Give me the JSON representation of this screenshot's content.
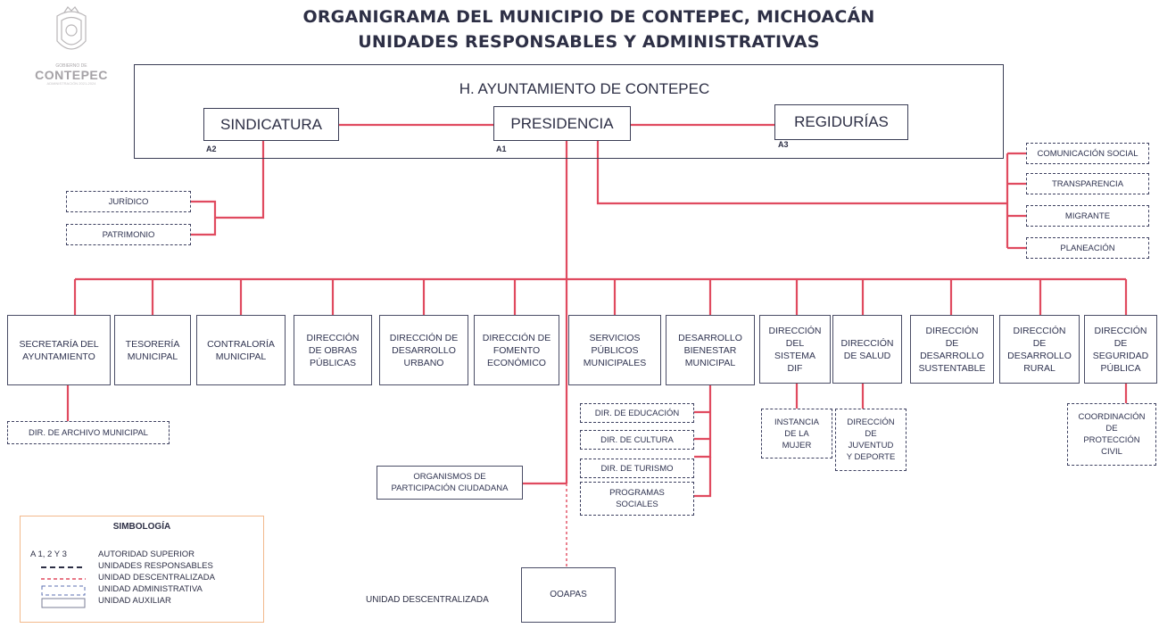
{
  "logo": {
    "small_text": "GOBIERNO DE",
    "name": "CONTEPEC",
    "tagline": "ADMINISTRACIÓN 2021-2024"
  },
  "title": {
    "line1": "ORGANIGRAMA DEL MUNICIPIO DE CONTEPEC, MICHOACÁN",
    "line2": "UNIDADES RESPONSABLES Y ADMINISTRATIVAS"
  },
  "ayuntamiento": "H. AYUNTAMIENTO DE CONTEPEC",
  "top_units": [
    {
      "label": "SINDICATURA",
      "code": "A2"
    },
    {
      "label": "PRESIDENCIA",
      "code": "A1"
    },
    {
      "label": "REGIDURÍAS",
      "code": "A3"
    }
  ],
  "sindicatura_units": [
    "JURÍDICO",
    "PATRIMONIO"
  ],
  "presidencia_units": [
    "COMUNICACIÓN SOCIAL",
    "TRANSPARENCIA",
    "MIGRANTE",
    "PLANEACIÓN"
  ],
  "departments": [
    "SECRETARÍA DEL\nAYUNTAMIENTO",
    "TESORERÍA\nMUNICIPAL",
    "CONTRALORÍA\nMUNICIPAL",
    "DIRECCIÓN\nDE OBRAS\nPÚBLICAS",
    "DIRECCIÓN DE\nDESARROLLO\nURBANO",
    "DIRECCIÓN DE\nFOMENTO\nECONÓMICO",
    "SERVICIOS\nPÚBLICOS\nMUNICIPALES",
    "DESARROLLO\nBIENESTAR\nMUNICIPAL",
    "DIRECCIÓN\nDEL\nSISTEMA\nDIF",
    "DIRECCIÓN\nDE SALUD",
    "DIRECCIÓN\nDE\nDESARROLLO\nSUSTENTABLE",
    "DIRECCIÓN\nDE\nDESARROLLO\nRURAL",
    "DIRECCIÓN\nDE\nSEGURIDAD\nPÚBLICA"
  ],
  "sub_units": {
    "archivo": "DIR. DE ARCHIVO MUNICIPAL",
    "bienestar": [
      "DIR. DE EDUCACIÓN",
      "DIR. DE CULTURA",
      "DIR. DE TURISMO",
      "PROGRAMAS\nSOCIALES"
    ],
    "dif": "INSTANCIA\nDE LA\nMUJER",
    "salud": "DIRECCIÓN\nDE\nJUVENTUD\nY DEPORTE",
    "seguridad": "COORDINACIÓN\nDE\nPROTECCIÓN\nCIVIL"
  },
  "organismos": "ORGANISMOS DE\nPARTICIPACIÓN CIUDADANA",
  "decentralized": {
    "label": "UNIDAD DESCENTRALIZADA",
    "unit": "OOAPAS"
  },
  "legend": {
    "title": "SIMBOLOGÍA",
    "items": [
      {
        "key": "A 1, 2 Y 3",
        "text": "AUTORIDAD SUPERIOR"
      },
      {
        "key": "",
        "text": "UNIDADES RESPONSABLES"
      },
      {
        "key": "",
        "text": "UNIDAD DESCENTRALIZADA"
      },
      {
        "key": "",
        "text": "UNIDAD ADMINISTRATIVA"
      },
      {
        "key": "",
        "text": "UNIDAD AUXILIAR"
      }
    ]
  },
  "colors": {
    "connector": "#e04a5f",
    "border": "#3d4060",
    "text": "#2d2f45",
    "legend_border": "#f2b98c"
  }
}
